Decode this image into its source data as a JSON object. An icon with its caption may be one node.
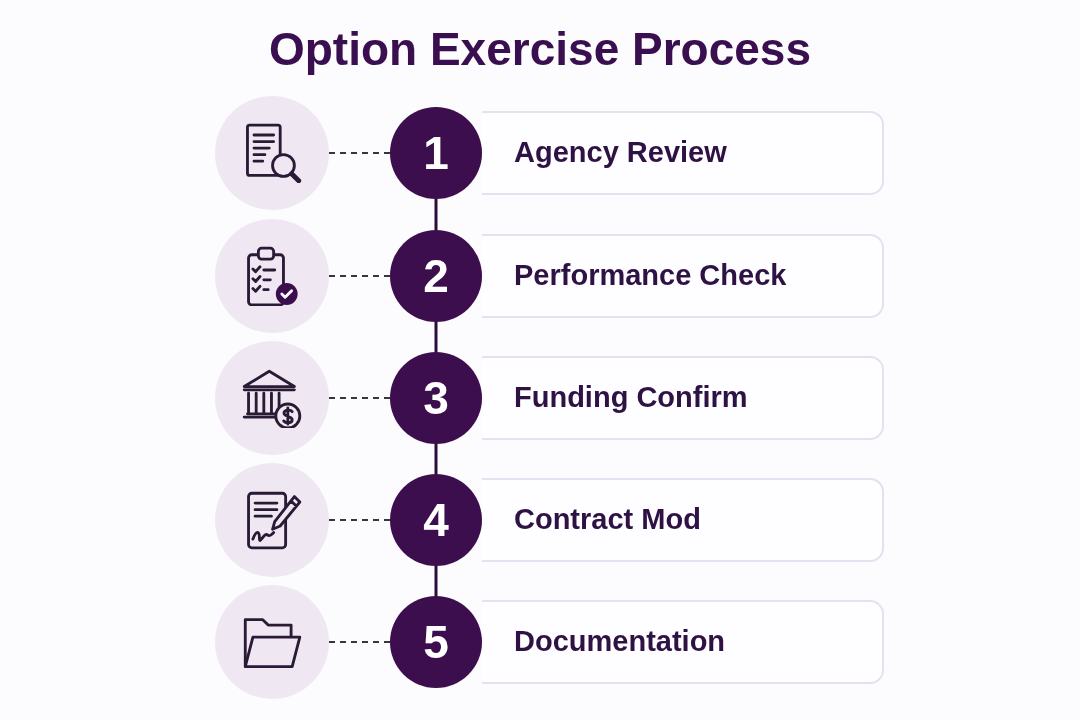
{
  "diagram": {
    "title": "Option Exercise Process",
    "nodes": [
      {
        "text": [],
        "shape": "circle"
      },
      {
        "text": [
          "1"
        ]
      },
      {
        "text": [
          "Agency Review"
        ]
      },
      {
        "text": [],
        "shape": "circle"
      },
      {
        "text": [
          "2"
        ]
      },
      {
        "text": [
          "Performance Check"
        ]
      },
      {
        "text": [],
        "shape": "circle"
      },
      {
        "text": [
          "3"
        ]
      },
      {
        "text": [
          "Funding Confirm"
        ]
      },
      {
        "text": [],
        "shape": "circle"
      },
      {
        "text": [
          "4"
        ]
      },
      {
        "text": [
          "Contract Mod"
        ]
      },
      {
        "text": [],
        "shape": "circle"
      },
      {
        "text": [
          "5"
        ]
      },
      {
        "text": [
          "Documentation"
        ]
      }
    ],
    "edges": [
      {
        "from": 0,
        "to": 1,
        "arrow": "none",
        "style": "dashed"
      },
      {
        "from": 1,
        "to": 4,
        "arrow": "none"
      },
      {
        "from": 3,
        "to": 4,
        "arrow": "none",
        "style": "dashed"
      },
      {
        "from": 4,
        "to": 7,
        "arrow": "none"
      },
      {
        "from": 6,
        "to": 7,
        "arrow": "none",
        "style": "dashed"
      },
      {
        "from": 7,
        "to": 10,
        "arrow": "none"
      },
      {
        "from": 9,
        "to": 10,
        "arrow": "none",
        "style": "dashed"
      },
      {
        "from": 10,
        "to": 13,
        "arrow": "none"
      },
      {
        "from": 12,
        "to": 13,
        "arrow": "none",
        "style": "dashed"
      }
    ]
  }
}
